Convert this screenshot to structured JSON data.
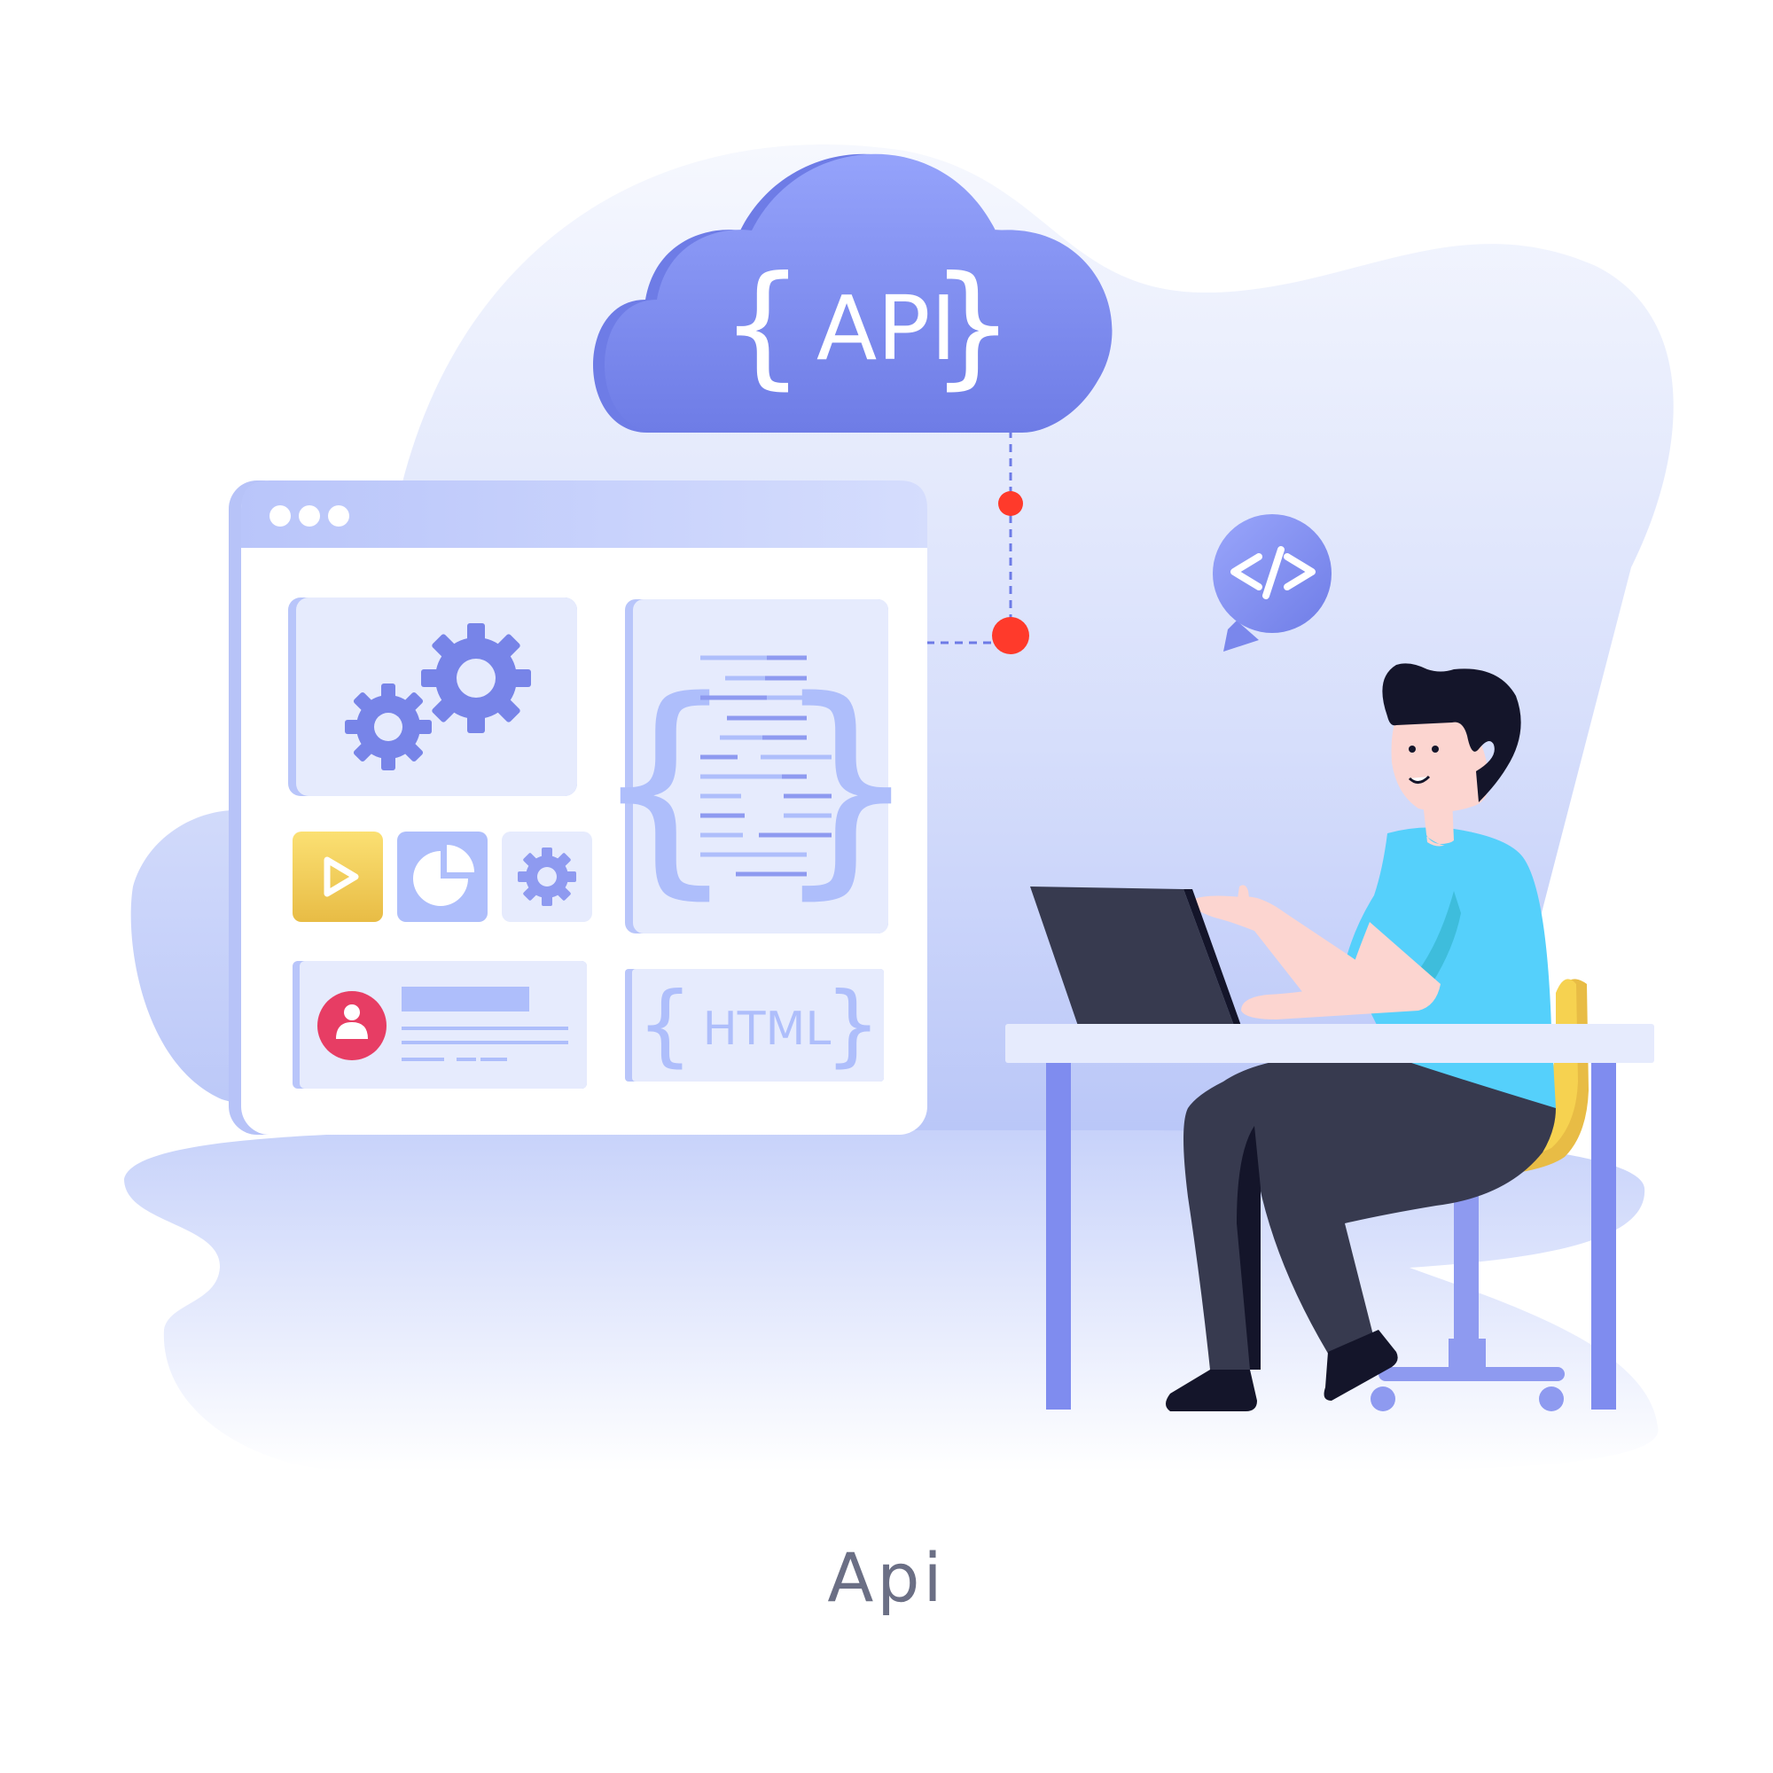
{
  "cloud_label": "API",
  "code_icon": "code-tag-icon",
  "html_label": "HTML",
  "caption": "Api",
  "colors": {
    "cloud": "#8a98f3",
    "cloud_dark": "#6d7be6",
    "window_header": "#c4cffb",
    "panel": "#e7ecfc",
    "gear": "#7784e8",
    "accent_red": "#ff3a2b",
    "video_tile": "#f3cf54",
    "avatar": "#e73d64",
    "desk_leg": "#7f8cef",
    "shirt": "#55d0fb",
    "pants": "#373a4f",
    "chair": "#f6d250"
  },
  "icons": [
    "settings-gears-icon",
    "play-icon",
    "pie-chart-icon",
    "gear-icon",
    "user-avatar-icon",
    "code-tag-icon"
  ]
}
